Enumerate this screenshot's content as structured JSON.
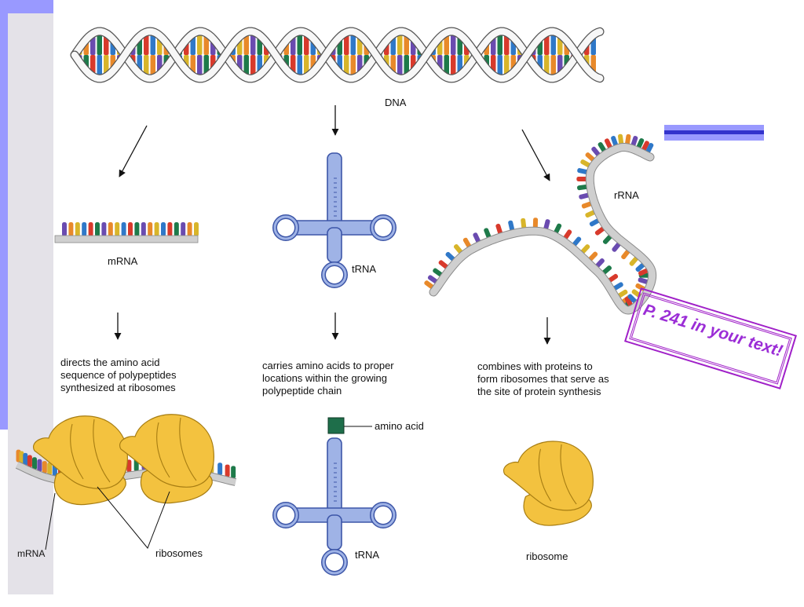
{
  "labels": {
    "dna": "DNA",
    "mrna": "mRNA",
    "trna": "tRNA",
    "rrna": "rRNA",
    "mrna_bottom": "mRNA",
    "ribosomes": "ribosomes",
    "amino_acid": "amino acid",
    "trna_bottom": "tRNA",
    "ribosome": "ribosome"
  },
  "descriptions": {
    "mrna": [
      "directs the amino acid",
      "sequence of polypeptides",
      "synthesized at ribosomes"
    ],
    "trna": [
      "carries amino acids to proper",
      "locations within the growing",
      "polypeptide chain"
    ],
    "rrna": [
      "combines with proteins to",
      "form ribosomes that serve as",
      "the site of protein synthesis"
    ]
  },
  "stamp": {
    "text": "P. 241 in your text!",
    "color": "#a020c8"
  },
  "colors": {
    "bases": [
      "#e8892a",
      "#6a4bb0",
      "#1e7a4a",
      "#d83a2c",
      "#2f78c8",
      "#d8b52a"
    ],
    "trna_fill": "#9fb3e6",
    "trna_stroke": "#3d56a8",
    "ribosome": "#f3c23f",
    "backbone": "#cfcfcf",
    "slide_accent": "#9999ff",
    "amino_acid": "#1e6e4a"
  }
}
